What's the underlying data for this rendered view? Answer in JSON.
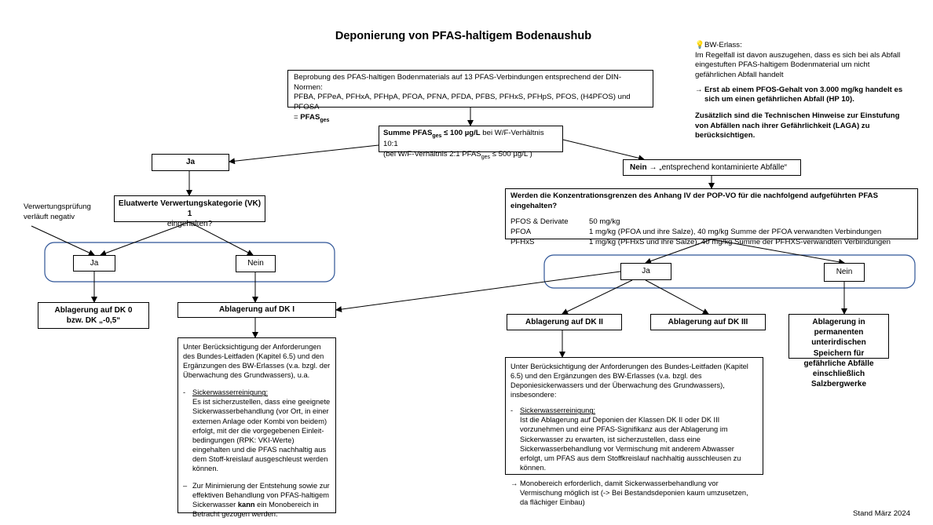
{
  "title": "Deponierung von PFAS-haltigem Bodenaushub",
  "info": {
    "heading": "BW-Erlass:",
    "para1": "Im Regelfall ist davon auszugehen, dass es sich bei als Abfall eingestuften PFAS-haltigem Bodenmaterial um nicht gefährlichen Abfall handelt",
    "arrow_text": "Erst ab einem PFOS-Gehalt von 3.000 mg/kg handelt  es sich um einen gefährlichen Abfall (HP 10).",
    "para2": "Zusätzlich sind die Technischen Hinweise zur Einstufung von Abfällen nach ihrer Gefährlichkeit (LAGA) zu berücksichtigen."
  },
  "sampling": {
    "line1": "Beprobung des PFAS-haltigen Bodenmaterials auf 13 PFAS-Verbindungen entsprechend der DIN-Normen:",
    "line2": "PFBA, PFPeA, PFHxA, PFHpA, PFOA, PFNA, PFDA, PFBS, PFHxS, PFHpS, PFOS, (H4PFOS) und PFOSA",
    "eq": "=",
    "pfas": "PFAS",
    "ges": "ges"
  },
  "sum": {
    "bold_a": "Summe PFAS",
    "sub_a": "ges",
    "bold_b": " ≤ 100 µg/L",
    "rest": " bei W/F-Verhältnis 10:1",
    "line2_a": "(bei W/F-Verhältnis 2:1 PFAS",
    "line2_sub": "ges",
    "line2_b": " ≤ 500 µg/L )"
  },
  "ja_top": "Ja",
  "nein_top": {
    "bold": "Nein",
    "rest": "„entsprechend kontaminierte Abfälle“"
  },
  "verwertung": "Verwertungsprüfung verläuft negativ",
  "eluat": {
    "line1": "Eluatwerte Verwertungskategorie (VK) 1",
    "line2": "eingehalten?"
  },
  "ja_left": "Ja",
  "nein_left": "Nein",
  "dk0": {
    "line1": "Ablagerung auf DK 0",
    "line2": "bzw. DK „-0,5“"
  },
  "dk1": "Ablagerung auf DK I",
  "left_text": {
    "intro": "Unter Berücksichtigung der Anforderungen des Bundes-Leitfaden (Kapitel 6.5) und den Ergänzungen des BW-Erlasses (v.a. bzgl. der Überwachung des Grundwassers), u.a.",
    "dash": "-",
    "sw_head": "Sickerwasserreinigung:",
    "sw_body": "Es ist sicherzustellen, dass eine geeignete Sickerwasserbehandlung (vor Ort, in einer externen Anlage oder Kombi von beidem) erfolgt, mit der die vorgegebenen Einleit-bedingungen (RPK: VKI-Werte) eingehalten und die PFAS nachhaltig aus dem Stoff-kreislauf ausgeschleust werden können.",
    "dash2": "–",
    "min_a": "Zur Minimierung der Entstehung sowie zur effektiven Behandlung von PFAS-haltigem Sickerwasser ",
    "min_bold": "kann",
    "min_b": " ein Monobereich in Betracht gezogen werden."
  },
  "popvo": {
    "question": "Werden die Konzentrationsgrenzen des Anhang IV der POP-VO für die nachfolgend aufgeführten PFAS eingehalten?",
    "rows": [
      {
        "k": "PFOS & Derivate",
        "v": "50 mg/kg"
      },
      {
        "k": "PFOA",
        "v": "1 mg/kg (PFOA und ihre Salze), 40 mg/kg Summe der PFOA verwandten Verbindungen"
      },
      {
        "k": "PFHxS",
        "v": "1 mg/kg (PFHxS und ihre Salze), 40 mg/kg Summe der PFHXS-verwandten Verbindungen"
      }
    ]
  },
  "ja_right": "Ja",
  "nein_right": "Nein",
  "dk2": "Ablagerung auf DK II",
  "dk3": "Ablagerung auf DK III",
  "underground": "Ablagerung in permanenten unterirdischen Speichern für gefährliche Abfälle einschließlich Salzbergwerke",
  "right_text": {
    "intro": "Unter Berücksichtigung der Anforderungen des Bundes-Leitfaden (Kapitel 6.5) und den Ergänzungen des BW-Erlasses (v.a. bzgl. des Deponiesickerwassers und der Überwachung des Grundwassers), insbesondere:",
    "dash": "-",
    "sw_head": "Sickerwasserreinigung:",
    "sw_body": "Ist die Ablagerung auf Deponien der Klassen DK II oder DK III vorzunehmen und eine PFAS-Signifikanz aus der Ablagerung im Sickerwasser zu erwarten, ist sicherzustellen, dass eine Sickerwasserbehandlung vor Vermischung mit anderem Abwasser erfolgt, um PFAS aus dem Stoffkreislauf nachhaltig ausschleusen zu können.",
    "mono": "Monobereich erforderlich, damit Sickerwasserbehandlung vor Vermischung möglich ist (-> Bei Bestandsdeponien kaum umzusetzen, da flächiger Einbau)"
  },
  "footer": "Stand März 2024"
}
